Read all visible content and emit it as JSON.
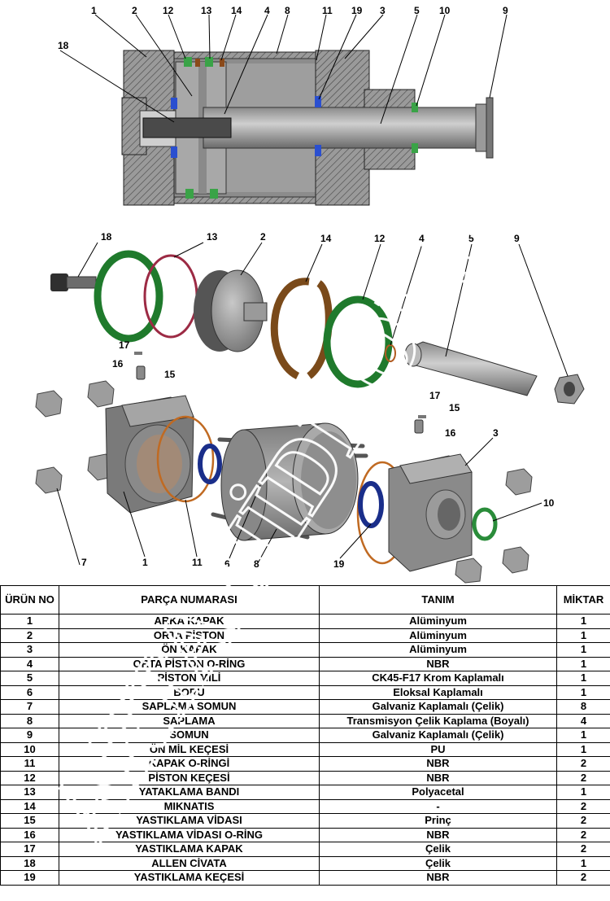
{
  "watermark": "ARTA HİDROLİK",
  "callouts": {
    "top": [
      "1",
      "2",
      "12",
      "13",
      "14",
      "4",
      "8",
      "11",
      "19",
      "3",
      "5",
      "10",
      "9",
      "18"
    ],
    "exploded": [
      "18",
      "13",
      "2",
      "14",
      "12",
      "4",
      "5",
      "9",
      "17",
      "16",
      "15",
      "17",
      "15",
      "16",
      "3",
      "10",
      "7",
      "1",
      "11",
      "6",
      "8",
      "19"
    ]
  },
  "table": {
    "headers": {
      "no": "ÜRÜN NO",
      "part": "PARÇA NUMARASI",
      "desc": "TANIM",
      "qty": "MİKTAR"
    },
    "rows": [
      {
        "no": "1",
        "part": "ARKA KAPAK",
        "desc": "Alüminyum",
        "qty": "1"
      },
      {
        "no": "2",
        "part": "ORTA PİSTON",
        "desc": "Alüminyum",
        "qty": "1"
      },
      {
        "no": "3",
        "part": "ÖN KAPAK",
        "desc": "Alüminyum",
        "qty": "1"
      },
      {
        "no": "4",
        "part": "ORTA PİSTON O-RİNG",
        "desc": "NBR",
        "qty": "1"
      },
      {
        "no": "5",
        "part": "PİSTON MİLİ",
        "desc": "CK45-F17 Krom Kaplamalı",
        "qty": "1"
      },
      {
        "no": "6",
        "part": "BORU",
        "desc": "Eloksal Kaplamalı",
        "qty": "1"
      },
      {
        "no": "7",
        "part": "SAPLAMA SOMUN",
        "desc": "Galvaniz Kaplamalı (Çelik)",
        "qty": "8"
      },
      {
        "no": "8",
        "part": "SAPLAMA",
        "desc": "Transmisyon Çelik Kaplama (Boyalı)",
        "qty": "4"
      },
      {
        "no": "9",
        "part": "SOMUN",
        "desc": "Galvaniz Kaplamalı (Çelik)",
        "qty": "1"
      },
      {
        "no": "10",
        "part": "ÖN MİL KEÇESİ",
        "desc": "PU",
        "qty": "1"
      },
      {
        "no": "11",
        "part": "KAPAK O-RİNGİ",
        "desc": "NBR",
        "qty": "2"
      },
      {
        "no": "12",
        "part": "PİSTON KEÇESİ",
        "desc": "NBR",
        "qty": "2"
      },
      {
        "no": "13",
        "part": "YATAKLAMA BANDI",
        "desc": "Polyacetal",
        "qty": "1"
      },
      {
        "no": "14",
        "part": "MIKNATIS",
        "desc": "-",
        "qty": "2"
      },
      {
        "no": "15",
        "part": "YASTIKLAMA VİDASI",
        "desc": "Prinç",
        "qty": "2"
      },
      {
        "no": "16",
        "part": "YASTIKLAMA VİDASI O-RİNG",
        "desc": "NBR",
        "qty": "2"
      },
      {
        "no": "17",
        "part": "YASTIKLAMA KAPAK",
        "desc": "Çelik",
        "qty": "2"
      },
      {
        "no": "18",
        "part": "ALLEN CİVATA",
        "desc": "Çelik",
        "qty": "1"
      },
      {
        "no": "19",
        "part": "YASTIKLAMA KEÇESİ",
        "desc": "NBR",
        "qty": "2"
      }
    ]
  }
}
